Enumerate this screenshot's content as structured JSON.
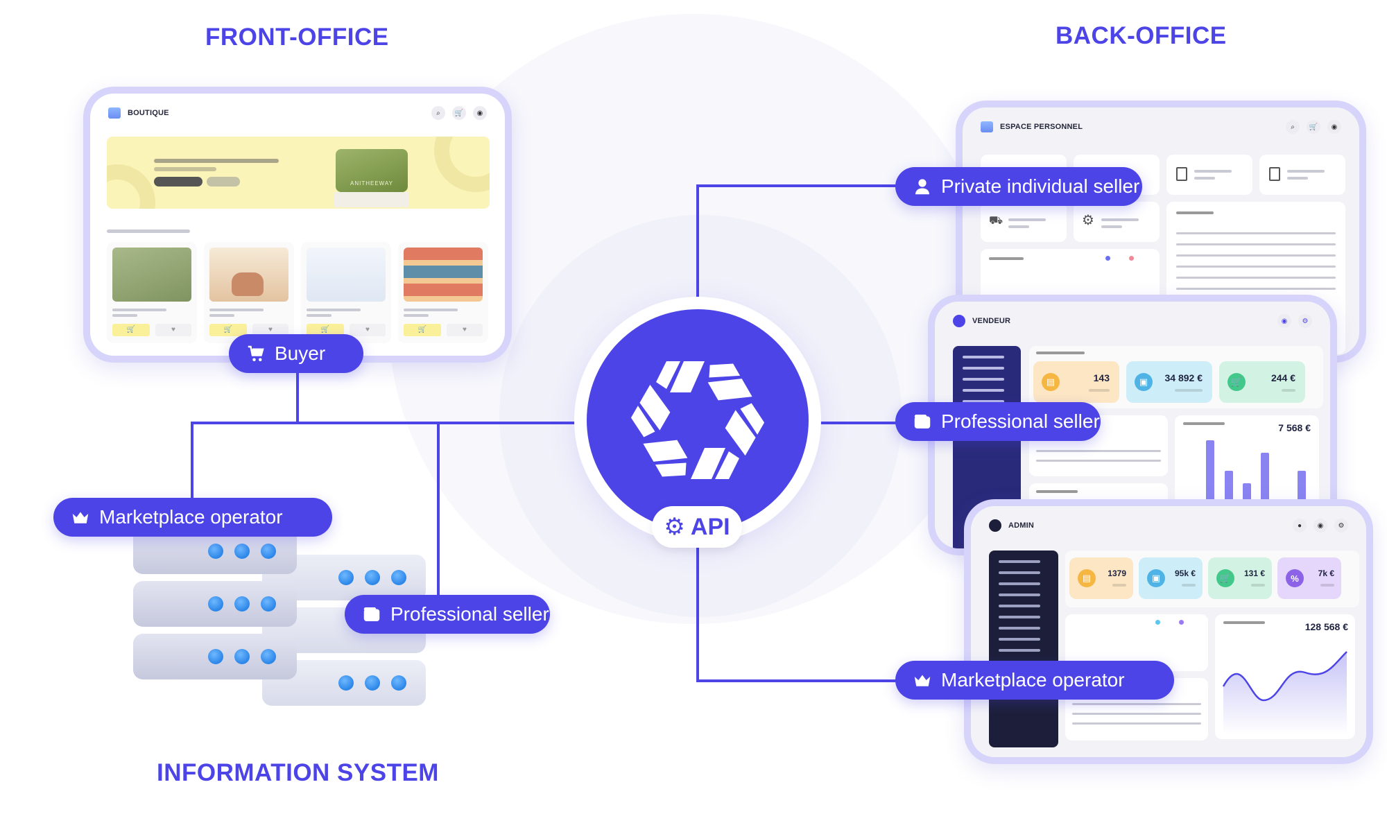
{
  "sections": {
    "front_office": "FRONT-OFFICE",
    "back_office": "BACK-OFFICE",
    "information_system": "INFORMATION SYSTEM"
  },
  "api": {
    "label": "API",
    "icon": "gear-icon"
  },
  "roles": {
    "buyer": "Buyer",
    "marketplace_operator_left": "Marketplace operator",
    "professional_seller_left": "Professional seller",
    "private_individual_seller": "Private individual seller",
    "professional_seller_right": "Professional seller",
    "marketplace_operator_right": "Marketplace operator"
  },
  "boutique": {
    "title": "BOUTIQUE",
    "banner_product": "ANITHEEWAY"
  },
  "espace": {
    "title": "ESPACE PERSONNEL"
  },
  "vendeur": {
    "title": "VENDEUR",
    "kpis": [
      "143",
      "34 892 €",
      "244 €"
    ],
    "chart_total": "7 568 €",
    "chart_levels": [
      0.12,
      1.0,
      0.56,
      0.38,
      0.82,
      0.1,
      0.56
    ]
  },
  "admin": {
    "title": "ADMIN",
    "kpis": [
      "1379",
      "95k €",
      "131 €",
      "7k €"
    ],
    "line_total": "128 568 €"
  },
  "colors": {
    "brand": "#4c44e6",
    "frame": "#d6d4fa"
  }
}
